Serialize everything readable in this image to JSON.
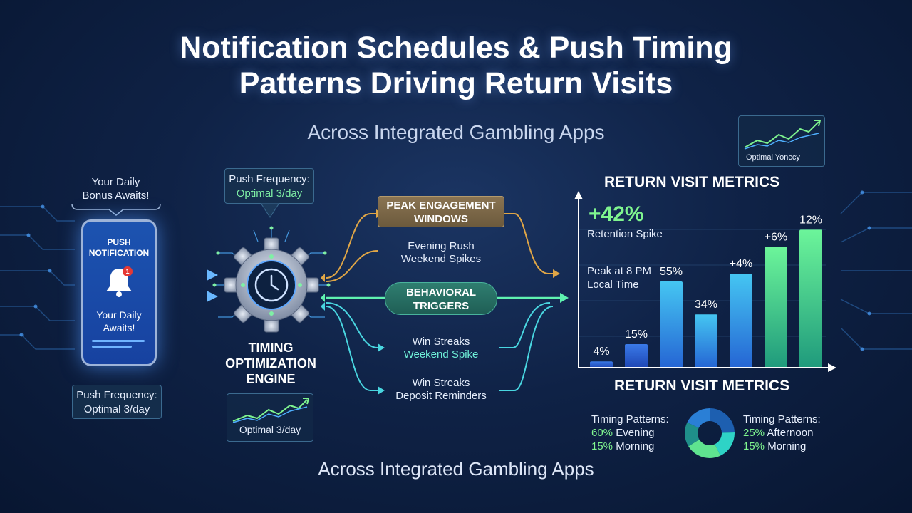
{
  "header": {
    "title_line1": "Notification Schedules & Push Timing",
    "title_line2": "Patterns Driving Return Visits",
    "subtitle": "Across Integrated Gambling Apps",
    "footer": "Across Integrated Gambling Apps"
  },
  "phone": {
    "bubble_line1": "Your Daily",
    "bubble_line2": "Bonus Awaits!",
    "title_line1": "PUSH",
    "title_line2": "NOTIFICATION",
    "badge": "1",
    "message_line1": "Your Daily",
    "message_line2": "Awaits!",
    "freq_line1": "Push Frequency:",
    "freq_line2": "Optimal 3/day"
  },
  "engine": {
    "top_line1": "Push Frequency:",
    "top_line2": "Optimal 3/day",
    "label_line1": "TIMING",
    "label_line2": "OPTIMIZATION",
    "label_line3": "ENGINE",
    "mini_label": "Optimal 3/day"
  },
  "branches": {
    "peak_line1": "PEAK ENGAGEMENT",
    "peak_line2": "WINDOWS",
    "evening_line1": "Evening Rush",
    "evening_line2": "Weekend Spikes",
    "behavioral_line1": "BEHAVIORAL",
    "behavioral_line2": "TRIGGERS",
    "win1_line1": "Win Streaks",
    "win1_line2": "Weekend Spike",
    "win2_line1": "Win Streaks",
    "win2_line2": "Deposit Reminders"
  },
  "metrics": {
    "heading_top": "RETURN VISIT METRICS",
    "heading_bottom": "RETURN VISIT METRICS",
    "big_stat": "+42%",
    "big_stat_label": "Retention Spike",
    "peak_line1": "Peak at 8 PM",
    "peak_line2": "Local Time",
    "corner_label": "Optimal Yoncсy",
    "tp_left_title": "Timing Patterns:",
    "tp_left_v1": "60%",
    "tp_left_l1": "Evening",
    "tp_left_v2": "15%",
    "tp_left_l2": "Morning",
    "tp_right_title": "Timing Patterns:",
    "tp_right_v1": "25%",
    "tp_right_l1": "Afternoon",
    "tp_right_v2": "15%",
    "tp_right_l2": "Morning"
  },
  "colors": {
    "bar_blue": "#2a62d8",
    "bar_cyan": "#2fb9f0",
    "bar_green": "#3fe08a",
    "donut": [
      "#2ed3c6",
      "#1f8f8a",
      "#1d5fb0",
      "#2a7fd6",
      "#5fe38f"
    ]
  },
  "chart_data": {
    "type": "bar",
    "categories": [
      "",
      "",
      "",
      "",
      "",
      "",
      ""
    ],
    "labels": [
      "4%",
      "15%",
      "55%",
      "34%",
      "+4%",
      "+6%",
      "12%"
    ],
    "values": [
      4,
      15,
      55,
      34,
      60,
      77,
      88
    ],
    "ylim": [
      0,
      100
    ]
  }
}
